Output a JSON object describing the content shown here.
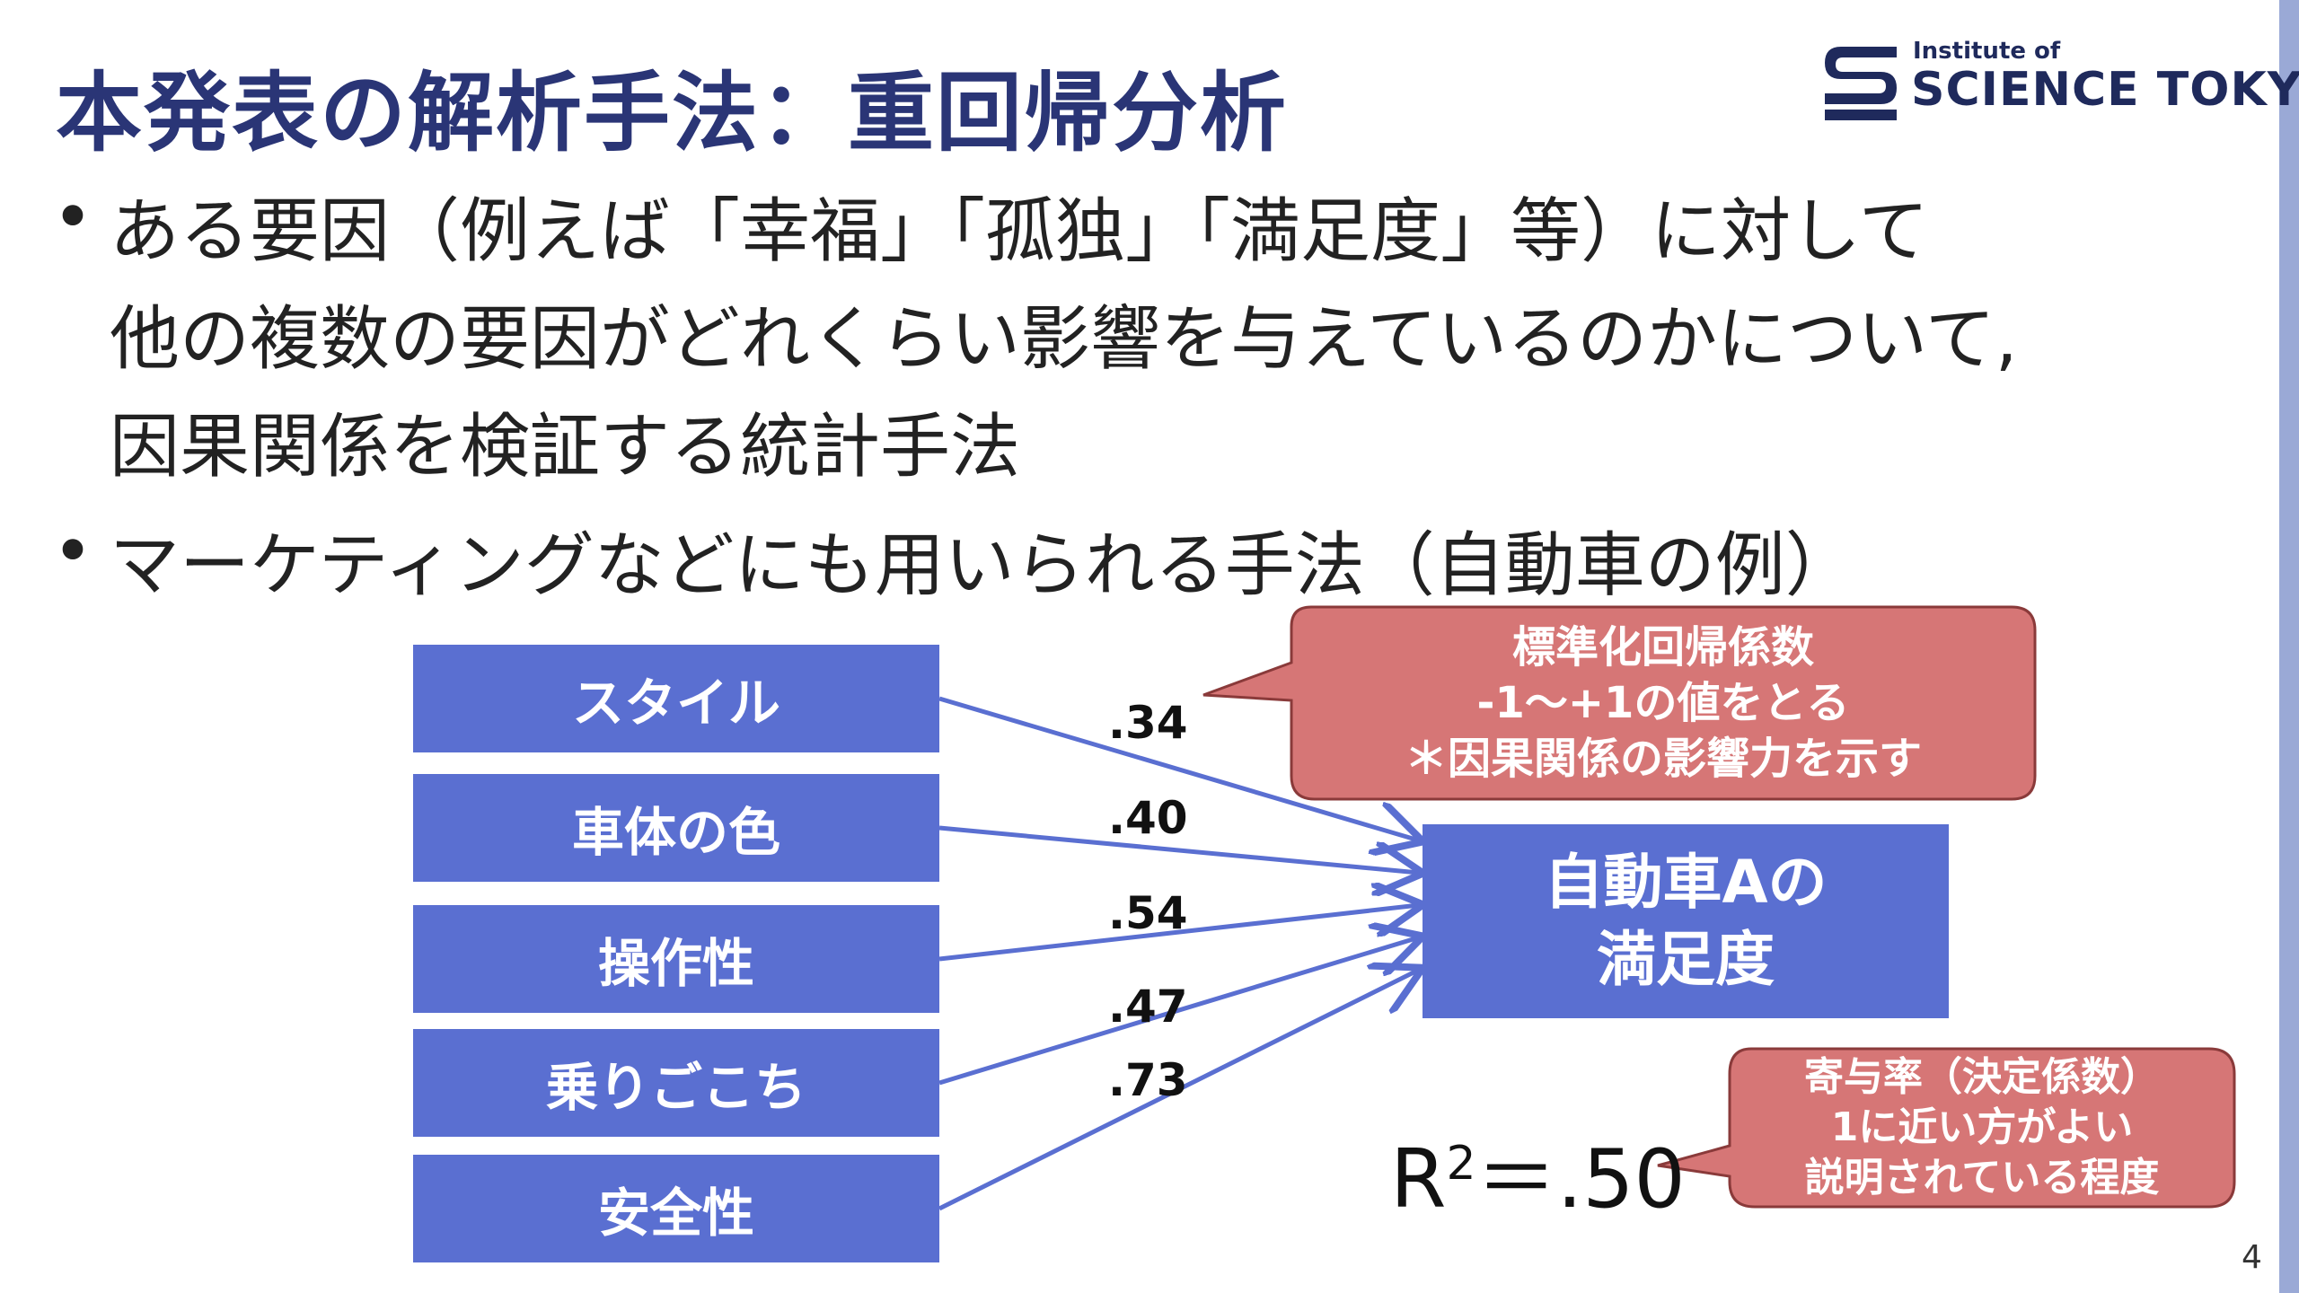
{
  "colors": {
    "title": "#2a3576",
    "box_fill": "#5a6fd1",
    "arrow": "#5a6fd1",
    "callout_fill": "#d67676",
    "callout_stroke": "#8a3a3a",
    "logo_navy": "#1f2a5c",
    "right_bar": "#9aa9d6"
  },
  "icons": {
    "logo_mark": "science-tokyo-s-mark-icon"
  },
  "title": "本発表の解析手法：重回帰分析",
  "logo": {
    "line1": "Institute of",
    "line2": "SCIENCE TOKYO"
  },
  "bullets": [
    {
      "lines": [
        "ある要因（例えば「幸福」「孤独」「満足度」等）に対して",
        "他の複数の要因がどれくらい影響を与えているのかについて,",
        "因果関係を検証する統計手法"
      ]
    },
    {
      "lines": [
        "マーケティングなどにも用いられる手法（自動車の例）"
      ]
    }
  ],
  "diagram": {
    "factors": [
      {
        "label": "スタイル",
        "coef": ".34"
      },
      {
        "label": "車体の色",
        "coef": ".40"
      },
      {
        "label": "操作性",
        "coef": ".54"
      },
      {
        "label": "乗りごこち",
        "coef": ".47"
      },
      {
        "label": "安全性",
        "coef": ".73"
      }
    ],
    "target": {
      "line1": "自動車Aの",
      "line2": "満足度"
    },
    "callout_coef": {
      "line1": "標準化回帰係数",
      "line2": "-1～+1の値をとる",
      "line3": "＊因果関係の影響力を示す"
    },
    "r2": {
      "symbol": "R",
      "sup": "2",
      "value": "＝.50"
    },
    "callout_r2": {
      "line1": "寄与率（決定係数）",
      "line2": "1に近い方がよい",
      "line3": "説明されている程度"
    }
  },
  "page_number": "4"
}
